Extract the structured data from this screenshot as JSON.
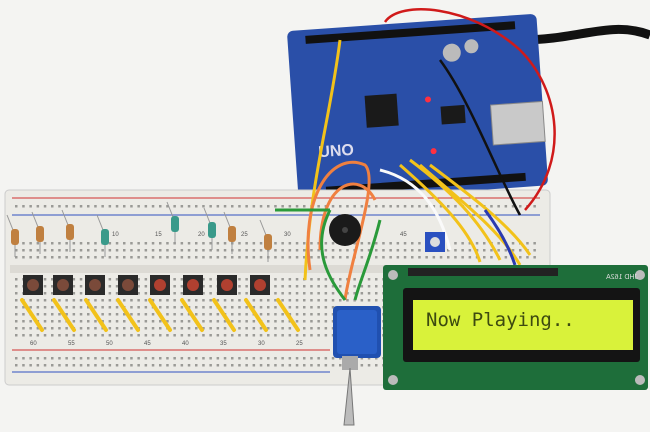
{
  "lcd": {
    "line1": "Now Playing..",
    "line2": "",
    "model": "JHD 162A",
    "backlight_color": "#d9f23a"
  },
  "arduino": {
    "label": "UNO",
    "board_color": "#2a4fa8"
  },
  "breadboard": {
    "bottom_numbers": [
      "60",
      "55",
      "50",
      "45",
      "40",
      "35",
      "30",
      "25"
    ],
    "top_numbers": [
      "10",
      "15",
      "20",
      "25",
      "30",
      "45"
    ]
  },
  "colors": {
    "wire_yellow": "#f2c21a",
    "wire_red": "#d01a1a",
    "wire_orange": "#f08040",
    "wire_green": "#2a9a3a",
    "switch_blue": "#2050b0"
  }
}
